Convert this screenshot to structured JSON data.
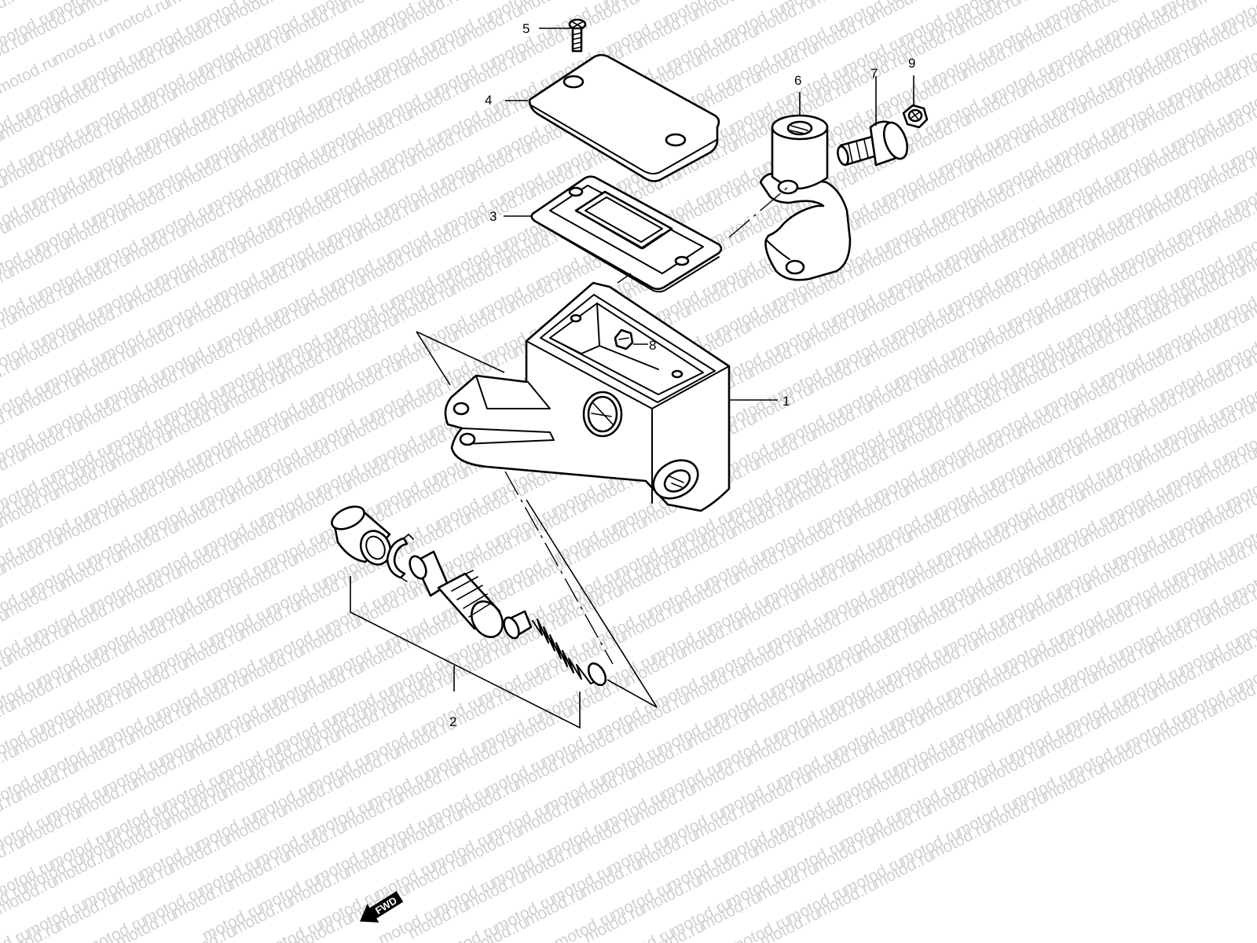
{
  "watermark": {
    "text": "motod.ru"
  },
  "callouts": [
    {
      "id": "1",
      "label": "1"
    },
    {
      "id": "2",
      "label": "2"
    },
    {
      "id": "3",
      "label": "3"
    },
    {
      "id": "4",
      "label": "4"
    },
    {
      "id": "5",
      "label": "5"
    },
    {
      "id": "6",
      "label": "6"
    },
    {
      "id": "7",
      "label": "7"
    },
    {
      "id": "8",
      "label": "8"
    },
    {
      "id": "9",
      "label": "9"
    }
  ],
  "direction_badge": {
    "label": "FWD"
  },
  "colors": {
    "line": "#000000",
    "watermark": "#d0d0d0",
    "background": "#ffffff"
  }
}
